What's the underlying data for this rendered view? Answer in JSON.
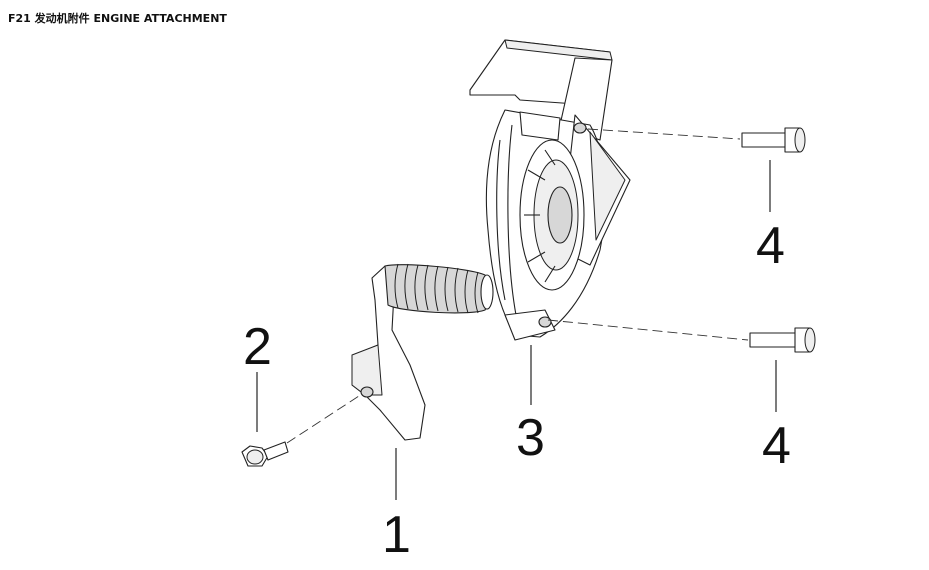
{
  "header": {
    "title": "F21 发动机附件 ENGINE ATTACHMENT"
  },
  "callouts": [
    {
      "id": "pedal",
      "label": "1"
    },
    {
      "id": "bolt-small",
      "label": "2"
    },
    {
      "id": "cover",
      "label": "3"
    },
    {
      "id": "bolt-top",
      "label": "4"
    },
    {
      "id": "bolt-bottom",
      "label": "4"
    }
  ],
  "colors": {
    "line": "#222222",
    "shade": "#d7d7d7",
    "background": "#ffffff"
  }
}
